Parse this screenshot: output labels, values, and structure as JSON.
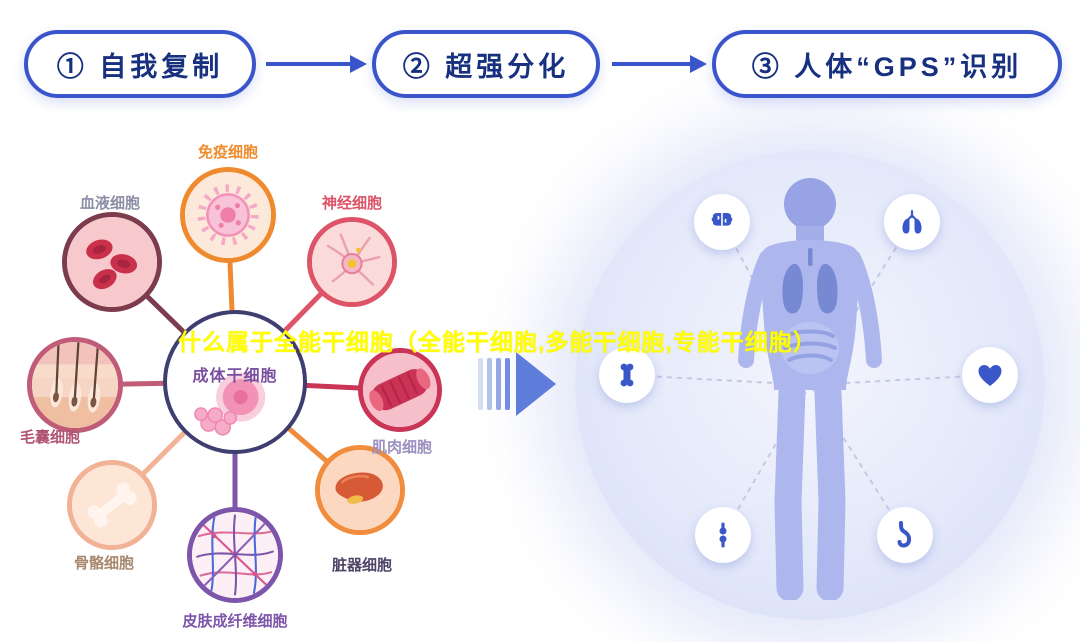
{
  "overlay_title": "什么属于全能干细胞（全能干细胞,多能干细胞,专能干细胞）",
  "steps": {
    "items": [
      {
        "label": "① 自我复制"
      },
      {
        "label": "② 超强分化"
      },
      {
        "label": "③ 人体“GPS”识别"
      }
    ]
  },
  "stem": {
    "center_label": "成体干细胞",
    "cells": [
      {
        "id": "immune",
        "label": "免疫细胞",
        "color": "#ef8c2e"
      },
      {
        "id": "blood",
        "label": "血液细胞",
        "color": "#8e8ea6"
      },
      {
        "id": "nerve",
        "label": "神经细胞",
        "color": "#dd5468"
      },
      {
        "id": "hair-follicle",
        "label": "毛囊细胞",
        "color": "#b05673"
      },
      {
        "id": "muscle",
        "label": "肌肉细胞",
        "color": "#9a8fc0"
      },
      {
        "id": "bone",
        "label": "骨骼细胞",
        "color": "#a8896f"
      },
      {
        "id": "organ",
        "label": "脏器细胞",
        "color": "#4f4468"
      },
      {
        "id": "skin-fibroblast",
        "label": "皮肤成纤维细胞",
        "color": "#7d55aa"
      }
    ]
  },
  "body_map": {
    "icons": [
      "brain-icon",
      "lungs-icon",
      "bone-icon",
      "heart-icon",
      "knee-joint-icon",
      "stomach-icon"
    ]
  },
  "colors": {
    "accent_blue": "#3a55cc",
    "pill_text": "#17307f",
    "overlay_yellow": "#ffff00",
    "body_fill": "#adb7ee"
  }
}
